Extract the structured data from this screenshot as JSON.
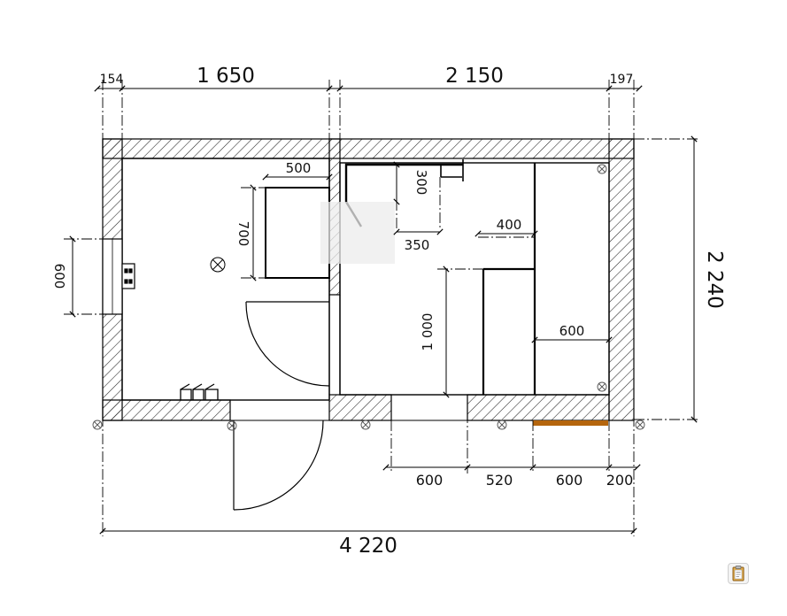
{
  "plan": {
    "dims": {
      "top_left_small": "154",
      "top_left": "1 650",
      "top_right": "2 150",
      "top_right_small": "197",
      "right_height": "2 240",
      "left_window": "600",
      "bench_width": "500",
      "bench_height": "700",
      "stove_depth": "300",
      "stove_width": "350",
      "shelf_top_width": "400",
      "shelf_height": "1 000",
      "shelf_right_width": "600",
      "bottom_seg1": "600",
      "bottom_seg2": "520",
      "bottom_seg3": "600",
      "bottom_seg4": "200",
      "total_width": "4 220"
    },
    "colors": {
      "wall": "#000000",
      "accent": "#b5650d",
      "hatch": "#222222"
    }
  },
  "toolbar": {
    "clipboard_icon": "clipboard-icon"
  }
}
